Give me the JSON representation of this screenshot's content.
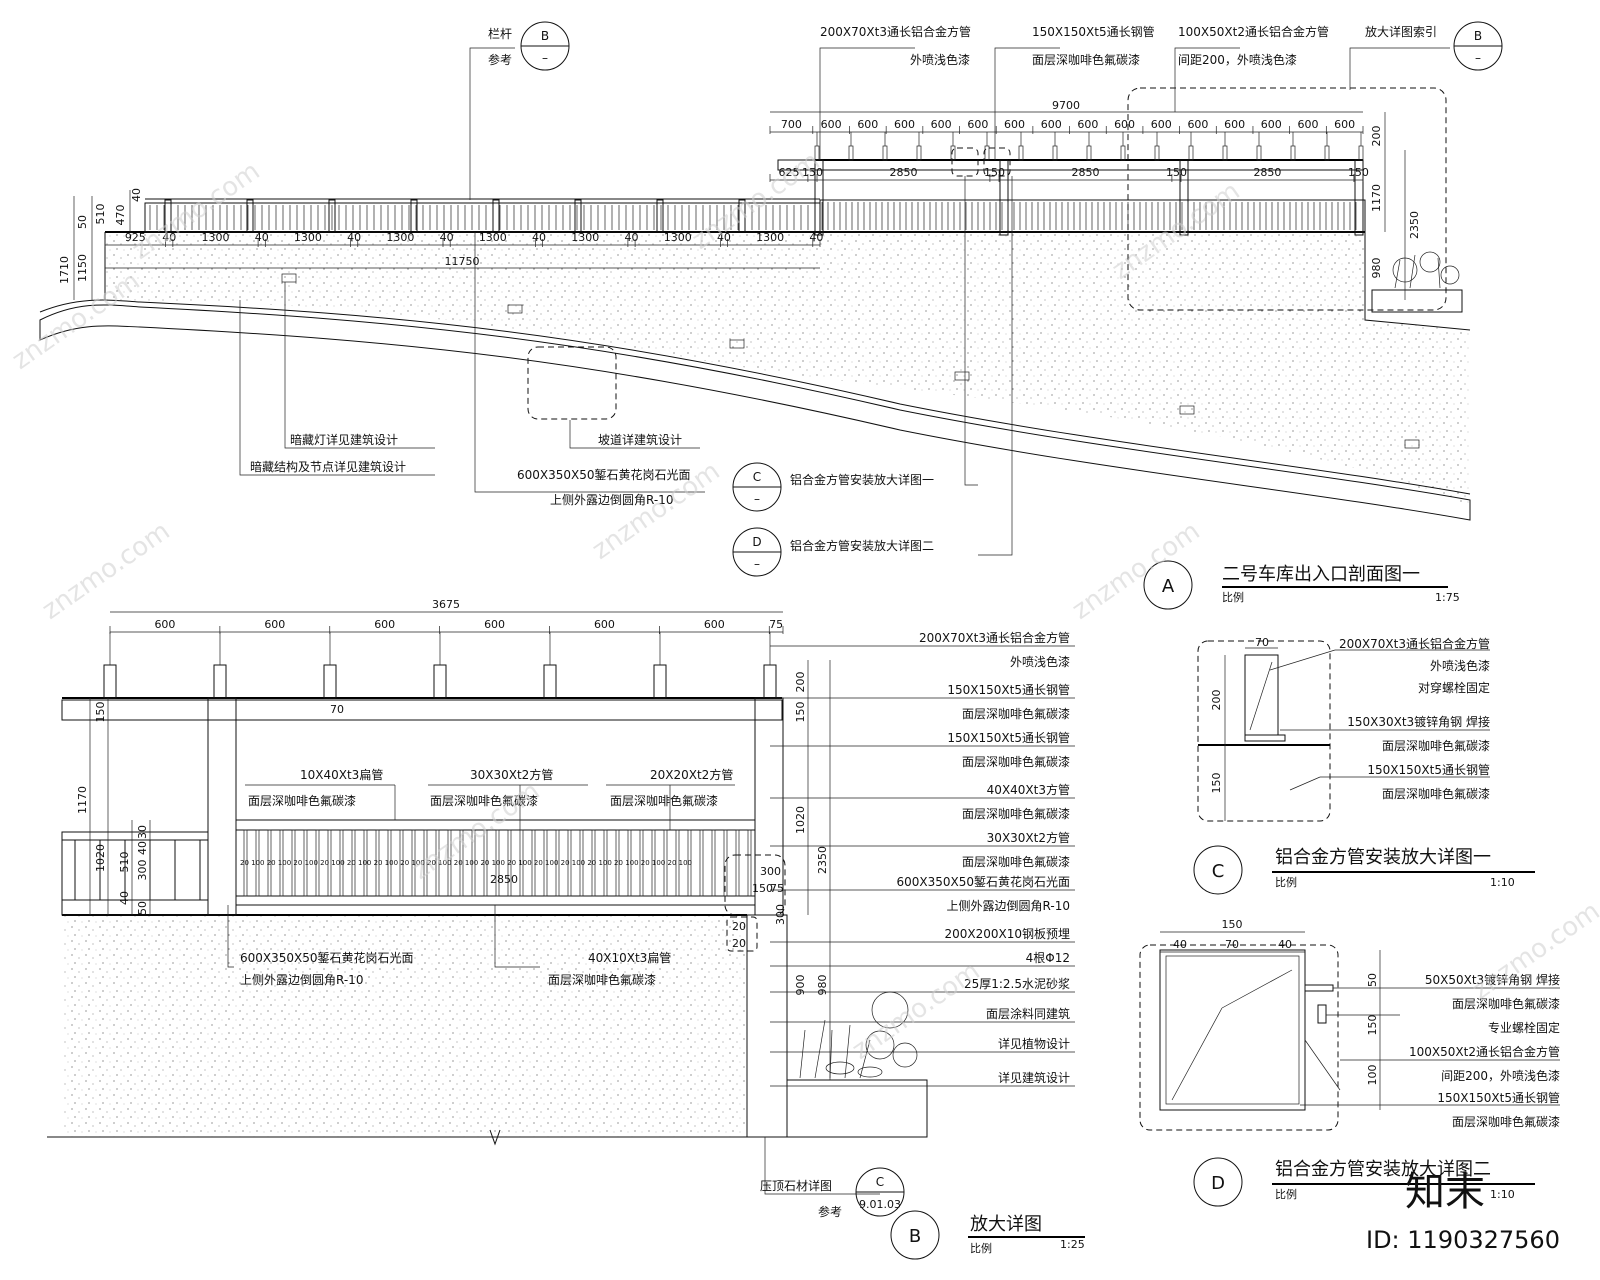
{
  "section_a": {
    "bubble_letter": "A",
    "title": "二号车库出入口剖面图一",
    "scale_label": "比例",
    "scale": "1:75",
    "labels": {
      "railing": "栏杆",
      "railing_ref": "参考",
      "railing_ref_letter": "B",
      "pipe_200": "200X70Xt3通长铝合金方管",
      "pipe_200_finish": "外喷浅色漆",
      "pipe_150": "150X150Xt5通长钢管",
      "pipe_150_finish": "面层深咖啡色氟碳漆",
      "pipe_100": "100X50Xt2通长铝合金方管",
      "pipe_100_finish": "间距200，外喷浅色漆",
      "detail_ref": "放大详图索引",
      "detail_ref_letter": "B",
      "lamp": "暗藏灯详见建筑设计",
      "structure": "暗藏结构及节点详见建筑设计",
      "ramp": "坡道详建筑设计",
      "stone": "600X350X50錾石黄花岗石光面",
      "stone_edge": "上侧外露边倒圆角R-10",
      "detail_c_letter": "C",
      "detail_c": "铝合金方管安装放大详图一",
      "detail_d_letter": "D",
      "detail_d": "铝合金方管安装放大详图二"
    },
    "dims_top": [
      "700",
      "600",
      "600",
      "600",
      "600",
      "600",
      "600",
      "600",
      "600",
      "600",
      "600",
      "600",
      "600",
      "600",
      "600",
      "600"
    ],
    "dim_total_top": "9700",
    "dims_second": [
      "625",
      "150",
      "2850",
      "150",
      "2850",
      "150",
      "2850",
      "150"
    ],
    "dims_rail": [
      "925",
      "40",
      "1300",
      "40",
      "1300",
      "40",
      "1300",
      "40",
      "1300",
      "40",
      "1300",
      "40",
      "1300",
      "40",
      "1300",
      "40"
    ],
    "dim_total_rail": "11750",
    "dims_left": [
      "1710",
      "1150",
      "50",
      "510",
      "470",
      "40"
    ],
    "dims_right": [
      "200",
      "1170",
      "2350",
      "980"
    ]
  },
  "section_b": {
    "bubble_letter": "B",
    "title": "放大详图",
    "scale_label": "比例",
    "scale": "1:25",
    "dim_total": "3675",
    "dims_top": [
      "600",
      "600",
      "600",
      "600",
      "600",
      "600",
      "75"
    ],
    "dims_left": [
      "150",
      "1170",
      "1020",
      "30",
      "40",
      "300",
      "510",
      "40",
      "50"
    ],
    "dims_right": [
      "200",
      "150",
      "1020",
      "2350",
      "900",
      "980"
    ],
    "dim_inner": [
      "70",
      "2850",
      "300",
      "150",
      "75",
      "300",
      "20",
      "20"
    ],
    "picket_dims": "20 100 20 100 20 100 20 100 20 100 20 100 20 100 20 100 20 100 20 100 20 100 20 100 20 100 20 100 20 100 20 100 20 100",
    "inner_labels": {
      "bar_10": "10X40Xt3扁管",
      "bar_10_f": "面层深咖啡色氟碳漆",
      "bar_30": "30X30Xt2方管",
      "bar_30_f": "面层深咖啡色氟碳漆",
      "bar_20": "20X20Xt2方管",
      "bar_20_f": "面层深咖啡色氟碳漆",
      "stone": "600X350X50錾石黄花岗石光面",
      "stone_edge": "上侧外露边倒圆角R-10",
      "flat": "40X10Xt3扁管",
      "flat_f": "面层深咖啡色氟碳漆"
    },
    "right_labels": [
      "200X70Xt3通长铝合金方管",
      "外喷浅色漆",
      "150X150Xt5通长钢管",
      "面层深咖啡色氟碳漆",
      "150X150Xt5通长钢管",
      "面层深咖啡色氟碳漆",
      "40X40Xt3方管",
      "面层深咖啡色氟碳漆",
      "30X30Xt2方管",
      "面层深咖啡色氟碳漆",
      "600X350X50錾石黄花岗石光面",
      "上侧外露边倒圆角R-10",
      "200X200X10钢板预埋",
      "4根Φ12",
      "25厚1:2.5水泥砂浆",
      "面层涂料同建筑",
      "详见植物设计",
      "详见建筑设计"
    ],
    "ref_label": "压顶石材详图",
    "ref_letter": "C",
    "ref_page": "9.01.03",
    "ref_note": "参考"
  },
  "detail_c": {
    "bubble_letter": "C",
    "title": "铝合金方管安装放大详图一",
    "scale_label": "比例",
    "scale": "1:10",
    "dims": [
      "70",
      "200",
      "150"
    ],
    "labels": [
      "200X70Xt3通长铝合金方管",
      "外喷浅色漆",
      "对穿螺栓固定",
      "150X30Xt3镀锌角钢 焊接",
      "面层深咖啡色氟碳漆",
      "150X150Xt5通长钢管",
      "面层深咖啡色氟碳漆"
    ]
  },
  "detail_d": {
    "bubble_letter": "D",
    "title": "铝合金方管安装放大详图二",
    "scale_label": "比例",
    "scale": "1:10",
    "dims": [
      "150",
      "40",
      "70",
      "40",
      "50",
      "150",
      "100"
    ],
    "labels": [
      "50X50Xt3镀锌角钢 焊接",
      "面层深咖啡色氟碳漆",
      "专业螺栓固定",
      "100X50Xt2通长铝合金方管",
      "间距200，外喷浅色漆",
      "150X150Xt5通长钢管",
      "面层深咖啡色氟碳漆"
    ]
  },
  "watermark": {
    "site": "znzmo.com",
    "brand": "知末",
    "id": "ID: 1190327560"
  }
}
